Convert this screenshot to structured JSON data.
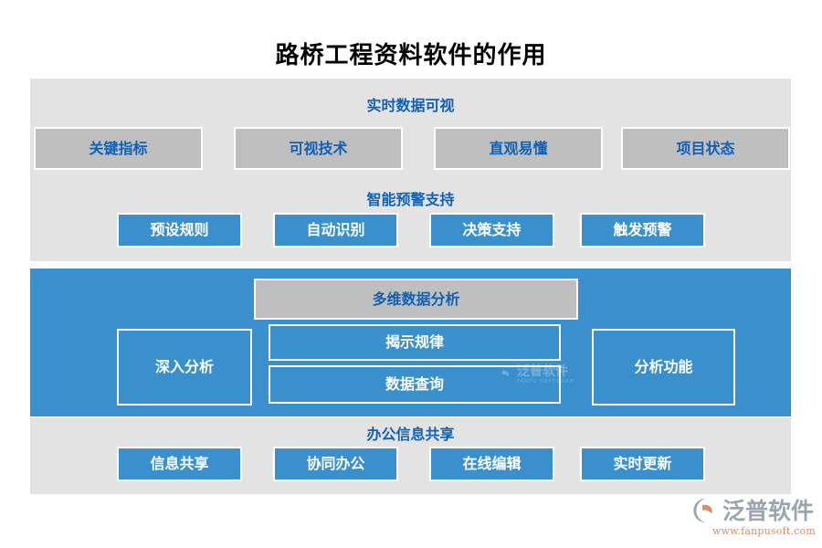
{
  "title": "路桥工程资料软件的作用",
  "colors": {
    "accent_blue": "#3990cd",
    "heading_blue": "#1061b5",
    "band_gray": "#e3e3e3",
    "node_gray": "#bfbfbf",
    "title_black": "#000000",
    "logo_gray": "#9aa5b1",
    "logo_orange": "#d98c6a"
  },
  "sections": {
    "visual": {
      "heading": "实时数据可视",
      "nodes": [
        {
          "label": "关键指标"
        },
        {
          "label": "可视技术"
        },
        {
          "label": "直观易懂"
        },
        {
          "label": "项目状态"
        }
      ]
    },
    "warning": {
      "heading": "智能预警支持",
      "nodes": [
        {
          "label": "预设规则"
        },
        {
          "label": "自动识别"
        },
        {
          "label": "决策支持"
        },
        {
          "label": "触发预警"
        }
      ]
    },
    "analysis": {
      "heading": "多维数据分析",
      "nodes": [
        {
          "label": "深入分析"
        },
        {
          "label": "揭示规律"
        },
        {
          "label": "数据查询"
        },
        {
          "label": "分析功能"
        }
      ]
    },
    "office": {
      "heading": "办公信息共享",
      "nodes": [
        {
          "label": "信息共享"
        },
        {
          "label": "协同办公"
        },
        {
          "label": "在线编辑"
        },
        {
          "label": "实时更新"
        }
      ]
    }
  },
  "watermark": {
    "name_cn": "泛普软件",
    "name_en": "FANPU SOFTWARE"
  },
  "brand": {
    "name": "泛普软件",
    "url": "www.fanpusoft.com"
  }
}
